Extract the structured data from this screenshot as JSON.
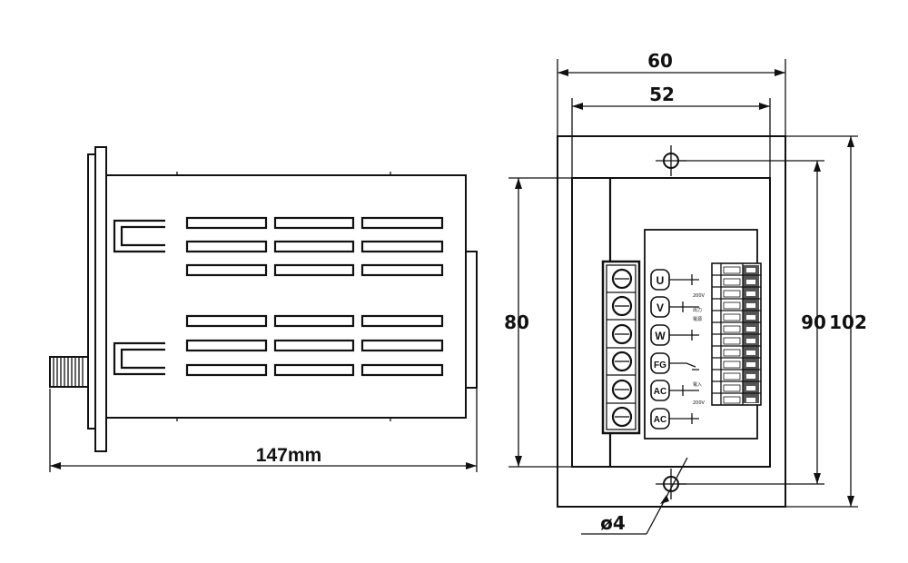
{
  "drawing": {
    "side_view": {
      "length_label": "147mm"
    },
    "front_view": {
      "width_outer_label": "60",
      "width_inner_label": "52",
      "height_inner_label": "80",
      "height_hole_label": "90",
      "height_outer_label": "102",
      "hole_label": "ø4",
      "terminals": [
        "U",
        "V",
        "W",
        "FG",
        "AC",
        "AC"
      ],
      "small_notes": [
        "200V",
        "出力",
        "電源",
        "電入",
        "200V"
      ]
    }
  }
}
